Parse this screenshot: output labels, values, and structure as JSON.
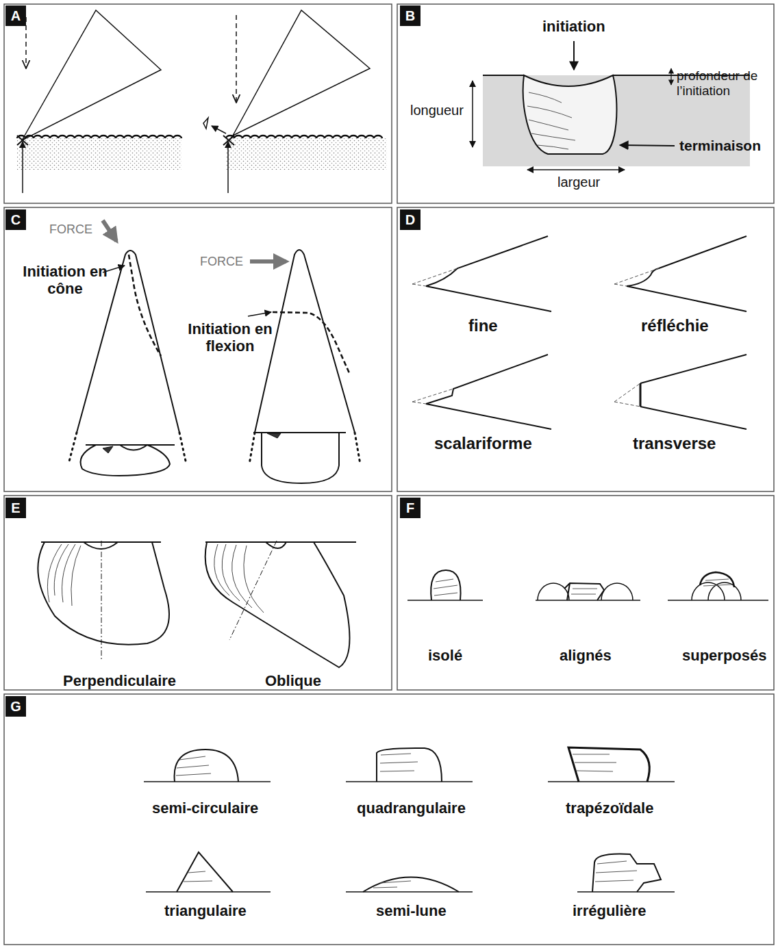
{
  "diagram": {
    "nodes": [
      {
        "text": [
          "A"
        ]
      },
      {
        "text": [
          "B"
        ]
      },
      {
        "text": [
          "C"
        ]
      },
      {
        "text": [
          "D"
        ]
      },
      {
        "text": [
          "E"
        ]
      },
      {
        "text": [
          "F"
        ]
      },
      {
        "text": [
          "G"
        ]
      }
    ],
    "labels": [
      "initiation",
      "profondeur de l’initiation",
      "longueur",
      "terminaison",
      "largeur",
      "FORCE",
      "Initiation en cône",
      "FORCE",
      "Initiation en flexion",
      "fine",
      "réfléchie",
      "scalariforme",
      "transverse",
      "Perpendiculaire",
      "Oblique",
      "isolé",
      "alignés",
      "superposés",
      "semi-circulaire",
      "quadrangulaire",
      "trapézoïdale",
      "triangulaire",
      "semi-lune",
      "irrégulière"
    ]
  }
}
